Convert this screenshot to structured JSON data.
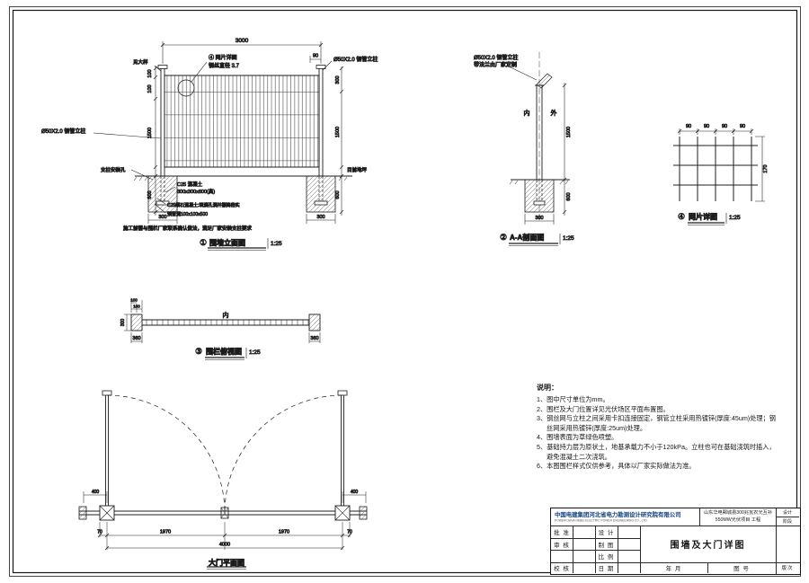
{
  "sheet": {
    "bg": "#ffffff",
    "line_color": "#1c1c1c"
  },
  "elevation": {
    "caption_no": "①",
    "caption_title": "围墙立面图",
    "caption_scale": "1:25",
    "dim_3000": "3000",
    "dim_90": "90",
    "label_see_detail": "见大样",
    "label_mesh_ref": "④ 网片详图",
    "label_wire_dia": "钢丝直径 3.7",
    "label_post_right": "Ø50X2.0 钢管立柱",
    "label_post_left": "Ø50X2.0 钢管立柱",
    "label_anchor_hole": "支柱安装孔",
    "label_c25_line1": "C25 混凝土",
    "label_c25_line2": "300x300x600(高)",
    "label_fill": "C25细石混凝土:填满孔洞并振捣密实",
    "label_reserved_hole": "预留洞100x100x500",
    "label_confirm": "施工前需与围栏厂家联系确认做法，满足厂家安装支柱要求",
    "label_ground": "目前地坪",
    "dim_left_100a": "100",
    "dim_left_100b": "100",
    "dim_left_1500": "1500",
    "dim_left_600": "600",
    "dim_right_300": "300",
    "dim_right_1500": "1500",
    "dim_right_600": "600",
    "dim_foot_left": "300",
    "dim_foot_right": "300"
  },
  "section": {
    "caption_no": "②",
    "caption_title": "A-A剖面图",
    "caption_scale": "1:25",
    "label_post_line1": "Ø50X2.0 钢管立柱",
    "label_post_line2": "带法兰由厂家定制",
    "label_inner": "内",
    "label_outer": "外",
    "dim_1500": "1500",
    "dim_600": "600",
    "dim_300": "300"
  },
  "mesh_detail": {
    "caption_no": "④",
    "caption_title": "网片详图",
    "caption_scale": "1:25",
    "dim_90_1": "90",
    "dim_90_2": "90",
    "dim_90_3": "90",
    "dim_90_4": "90",
    "dim_170": "170"
  },
  "plan": {
    "caption_no": "③",
    "caption_title": "围栏俯视图",
    "caption_scale": "1:25",
    "label_inner": "内",
    "dim_100a": "100",
    "dim_100b": "100",
    "dim_300": "300",
    "dim_360_left": "360",
    "dim_360_right": "360"
  },
  "gate": {
    "caption_title": "大门平面图",
    "dim_400_left": "400",
    "dim_400_right": "400",
    "dim_70_left": "70",
    "dim_70_right": "70",
    "dim_1970_left": "1970",
    "dim_1970_right": "1970",
    "dim_4000": "4000"
  },
  "notes": {
    "title": "说明：",
    "items": [
      "1、图中尺寸单位为mm。",
      "2、围栏及大门位置详见光伏场区平面布置图。",
      "3、钢丝网与立柱之间采用卡扣连接固定，钢管立柱采用热镀锌(厚度:45um)处理；钢丝网采用热镀锌(厚度:25um)处理。",
      "4、围墙表面为草绿色喷塑。",
      "5、基础持力层为原状土，地基承载力不小于120kPa。立柱也可在基础浇筑时插入，避免混凝土二次浇筑。",
      "6、本图围栏样式仅供参考，具体以厂家实际做法为准。"
    ]
  },
  "titleblock": {
    "company_cn": "中国电建集团河北省电力勘测设计研究院有限公司",
    "company_en": "POWERCHINA HEBEI ELECTRIC POWER ENGINEERING CO., LTD.",
    "project": "山东华电鄄城县300兆瓦农光互补550MW光伏项目 工程",
    "stage_top": "设计",
    "stage_bottom": "阶段",
    "label_approve": "批 准",
    "label_review": "审 核",
    "label_check": "校 核",
    "label_design": "设 计",
    "label_draft": "制 图",
    "label_scale": "比 例",
    "label_date": "日 期",
    "drawing_title": "围墙及大门详图",
    "label_year_month": "年 月",
    "label_fig_no": "图 号",
    "label_version": "版次"
  }
}
